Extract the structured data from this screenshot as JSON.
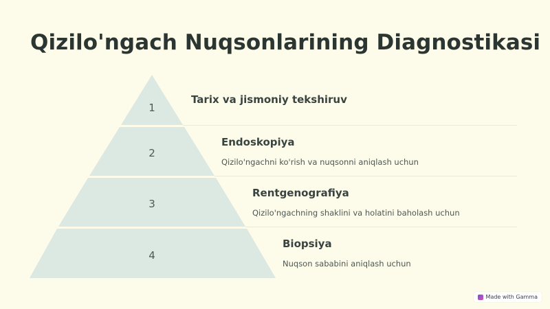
{
  "title": "Qizilo'ngach Nuqsonlarining Diagnostikasi",
  "colors": {
    "background": "#fdfbe9",
    "pyramid_fill": "#dce8e2",
    "divider": "#ece9d6"
  },
  "steps": [
    {
      "number": "1",
      "title": "Tarix va jismoniy tekshiruv",
      "description": ""
    },
    {
      "number": "2",
      "title": "Endoskopiya",
      "description": "Qizilo'ngachni ko'rish va nuqsonni aniqlash uchun"
    },
    {
      "number": "3",
      "title": "Rentgenografiya",
      "description": "Qizilo'ngachning shaklini va holatini baholash uchun"
    },
    {
      "number": "4",
      "title": "Biopsiya",
      "description": "Nuqson sababini aniqlash uchun"
    }
  ],
  "badge": {
    "label": "Made with Gamma",
    "icon": "gamma-logo-icon"
  }
}
